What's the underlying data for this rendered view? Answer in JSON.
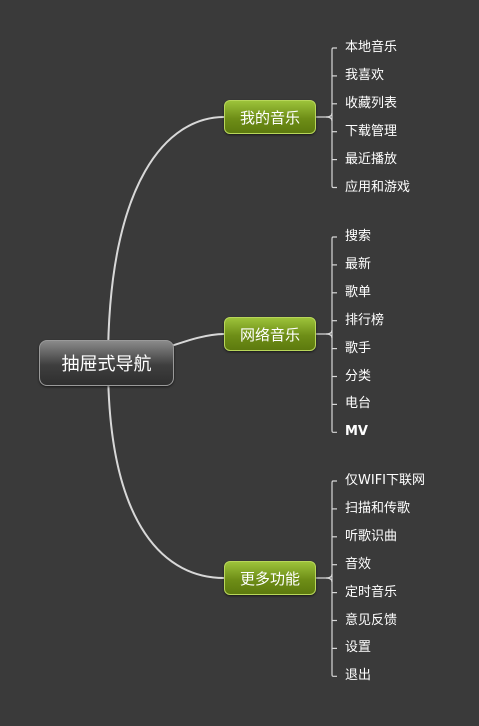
{
  "root": {
    "label": "抽屉式导航"
  },
  "branches": [
    {
      "label": "我的音乐",
      "items": [
        "本地音乐",
        "我喜欢",
        "收藏列表",
        "下载管理",
        "最近播放",
        "应用和游戏"
      ]
    },
    {
      "label": "网络音乐",
      "items": [
        "搜索",
        "最新",
        "歌单",
        "排行榜",
        "歌手",
        "分类",
        "电台",
        "MV"
      ]
    },
    {
      "label": "更多功能",
      "items": [
        "仅WIFI下联网",
        "扫描和传歌",
        "听歌识曲",
        "音效",
        "定时音乐",
        "意见反馈",
        "设置",
        "退出"
      ]
    }
  ],
  "colors": {
    "background": "#3a3a3a",
    "connector": "#d8d8d8",
    "branch_fill": "#6e8e17",
    "root_fill": "#3e3e3e"
  }
}
